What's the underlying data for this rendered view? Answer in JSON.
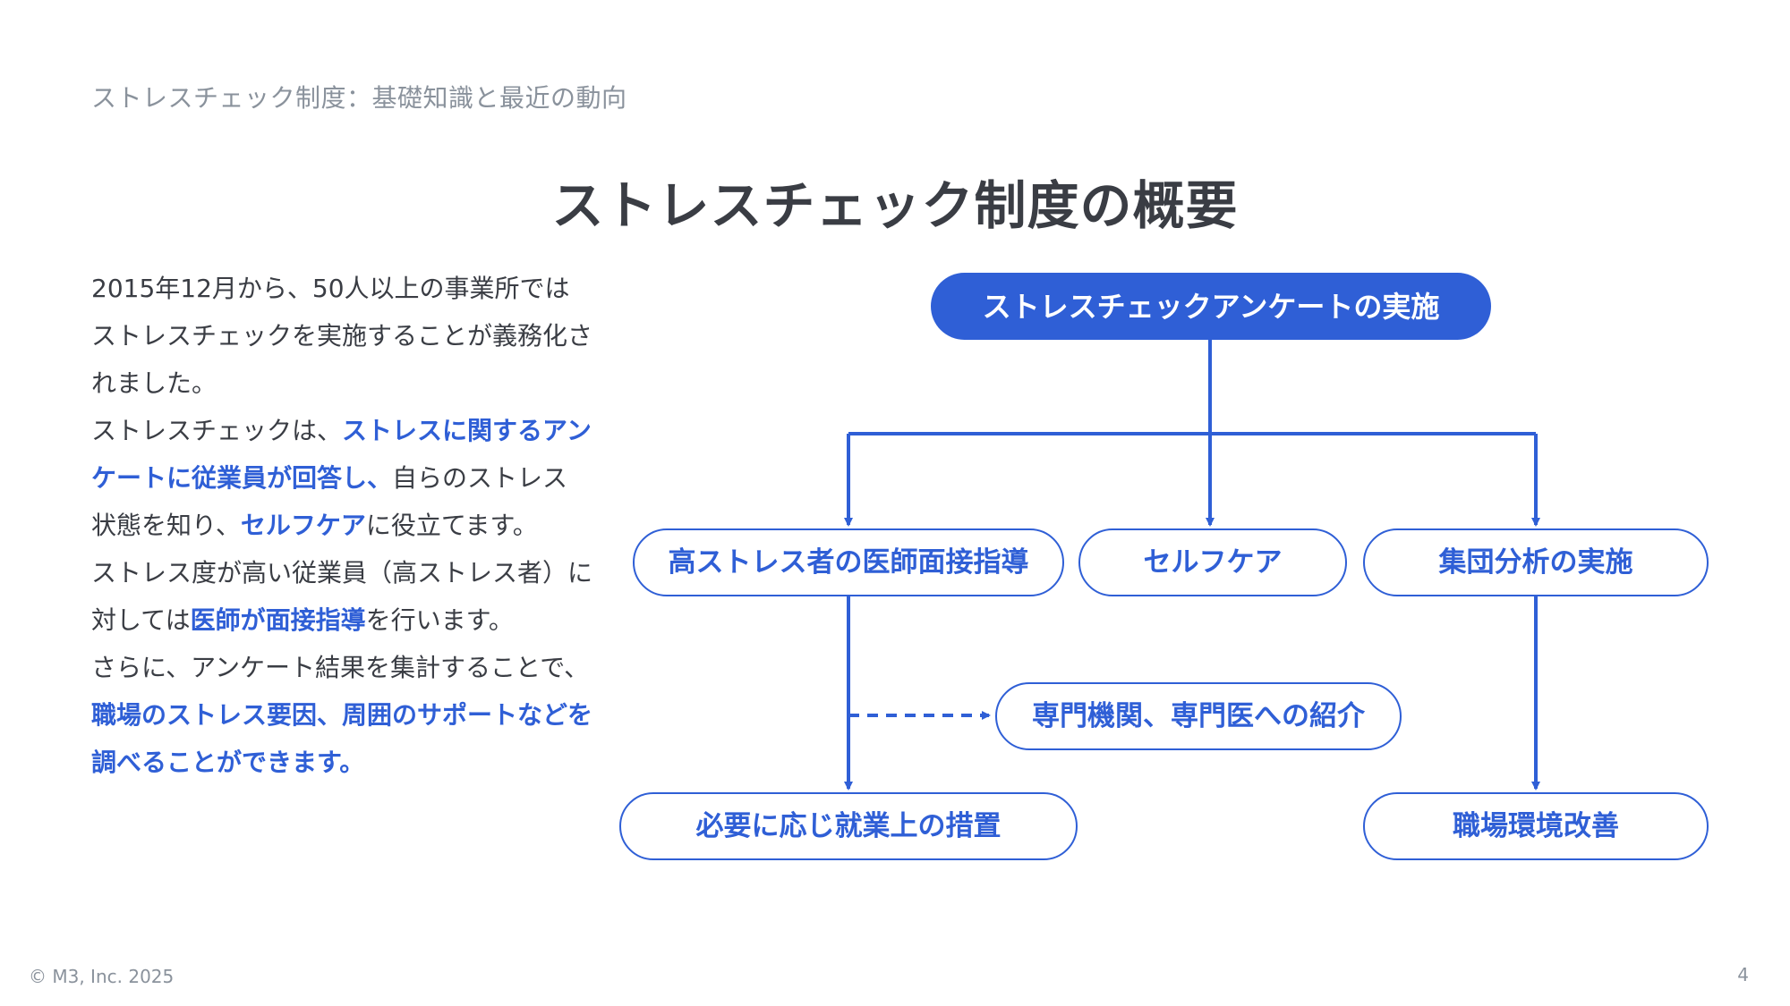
{
  "header": {
    "caption": "ストレスチェック制度：基礎知識と最近の動向"
  },
  "title": "ストレスチェック制度の概要",
  "body": {
    "p1": "2015年12月から、50人以上の事業所ではストレスチェックを実施することが義務化されました。",
    "p2_a": "ストレスチェックは、",
    "p2_hl1": "ストレスに関するアンケートに従業員が回答し、",
    "p2_b": "自らのストレス状態を知り、",
    "p2_hl2": "セルフケア",
    "p2_c": "に役立てます。",
    "p3_a": "ストレス度が高い従業員（高ストレス者）に対しては",
    "p3_hl": "医師が面接指導",
    "p3_b": "を行います。",
    "p4_a": "さらに、アンケート結果を集計することで、",
    "p4_hl": "職場のストレス要因、周囲のサポートなどを調べることができます。"
  },
  "flowchart": {
    "accent_color": "#2f5fd6",
    "nodes": {
      "survey": "ストレスチェックアンケートの実施",
      "high_stress_interview": "高ストレス者の医師面接指導",
      "self_care": "セルフケア",
      "group_analysis": "集団分析の実施",
      "referral": "専門機関、専門医への紹介",
      "work_measures": "必要に応じ就業上の措置",
      "workplace_improvement": "職場環境改善"
    }
  },
  "footer": {
    "copyright": "© M3, Inc. 2025",
    "page_number": "4"
  }
}
